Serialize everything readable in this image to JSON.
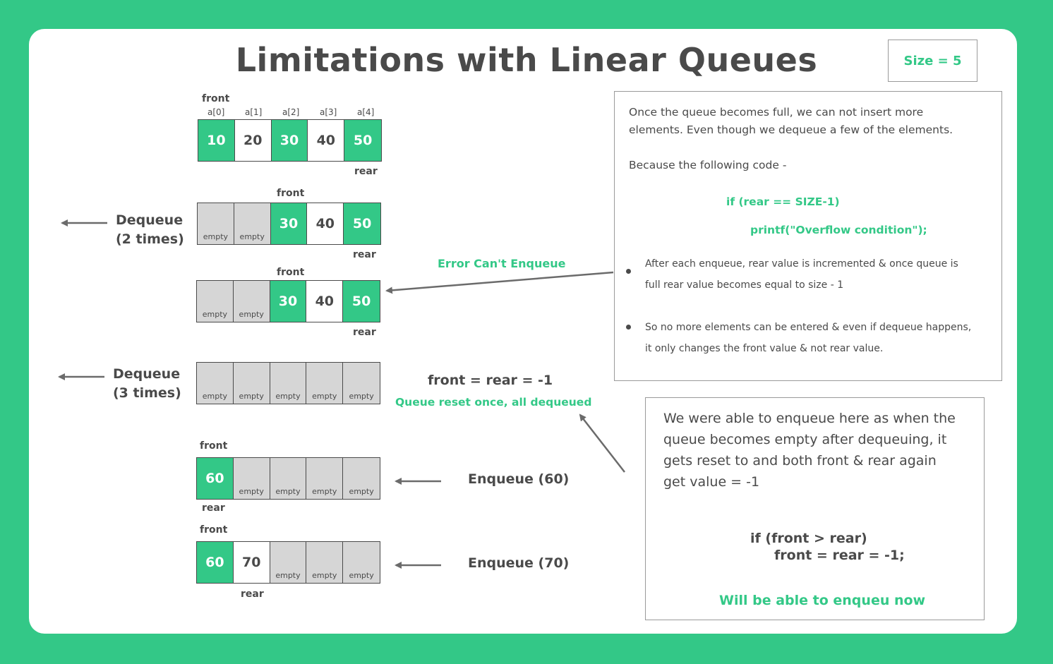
{
  "title": "Limitations with Linear Queues",
  "size_label": "Size = 5",
  "labels": {
    "front": "front",
    "rear": "rear",
    "empty": "empty"
  },
  "indices": [
    "a[0]",
    "a[1]",
    "a[2]",
    "a[3]",
    "a[4]"
  ],
  "rows": [
    {
      "cells": [
        "10",
        "20",
        "30",
        "40",
        "50"
      ]
    },
    {
      "cells": [
        "",
        "",
        "30",
        "40",
        "50"
      ]
    },
    {
      "cells": [
        "",
        "",
        "30",
        "40",
        "50"
      ]
    },
    {
      "cells": [
        "",
        "",
        "",
        "",
        ""
      ]
    },
    {
      "cells": [
        "60",
        "",
        "",
        "",
        ""
      ]
    },
    {
      "cells": [
        "60",
        "70",
        "",
        "",
        ""
      ]
    }
  ],
  "operations": {
    "dequeue2_line1": "Dequeue",
    "dequeue2_line2": "(2 times)",
    "dequeue3_line1": "Dequeue",
    "dequeue3_line2": "(3 times)",
    "enqueue60": "Enqueue (60)",
    "enqueue70": "Enqueue (70)"
  },
  "annotations": {
    "error": "Error Can't Enqueue",
    "reset_expr": "front = rear = -1",
    "reset_note": "Queue reset once, all dequeued"
  },
  "panel1": {
    "intro_line1": "Once the queue becomes full, we can not insert more",
    "intro_line2": "elements. Even though we dequeue a few of the elements.",
    "because": "Because the following code -",
    "code_line1": "if (rear == SIZE-1)",
    "code_line2": "printf(\"Overflow condition\");",
    "bullet1_line1": "After each enqueue, rear value is incremented & once queue is",
    "bullet1_line2": "full rear value becomes equal to size - 1",
    "bullet2_line1": "So no more elements can be entered & even if dequeue happens,",
    "bullet2_line2": "it only changes the front value & not rear value."
  },
  "panel2": {
    "line1": "We were able to enqueue here as when the",
    "line2": "queue becomes empty after dequeuing, it",
    "line3": "gets reset to and both front & rear again",
    "line4": "get value = -1",
    "code_line1": "if (front > rear)",
    "code_line2": "front = rear = -1;",
    "footer": "Will be able to enqueu now"
  },
  "colors": {
    "background": "#33c887",
    "accent": "#33c887",
    "text": "#4a4a4a",
    "empty_cell": "#d6d6d6"
  }
}
